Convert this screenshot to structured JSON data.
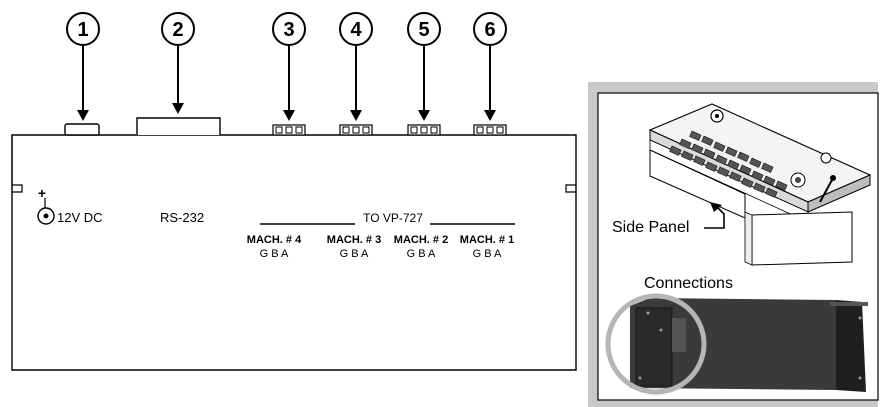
{
  "callouts": [
    "1",
    "2",
    "3",
    "4",
    "5",
    "6"
  ],
  "rear_panel": {
    "power_label": "12V DC",
    "power_symbol": "+",
    "rs232_label": "RS-232",
    "bus_label": "TO VP-727",
    "machines": [
      {
        "name": "MACH. # 4",
        "pins": "G B A"
      },
      {
        "name": "MACH. # 3",
        "pins": "G B A"
      },
      {
        "name": "MACH. # 2",
        "pins": "G B A"
      },
      {
        "name": "MACH. # 1",
        "pins": "G B A"
      }
    ]
  },
  "inset": {
    "side_panel_label": "Side Panel",
    "connections_label": "Connections"
  },
  "colors": {
    "line": "#000000",
    "inset_shadow": "#c8c8c8",
    "device_dark": "#2e2e2e",
    "highlight_circle": "#b5b5b5"
  }
}
